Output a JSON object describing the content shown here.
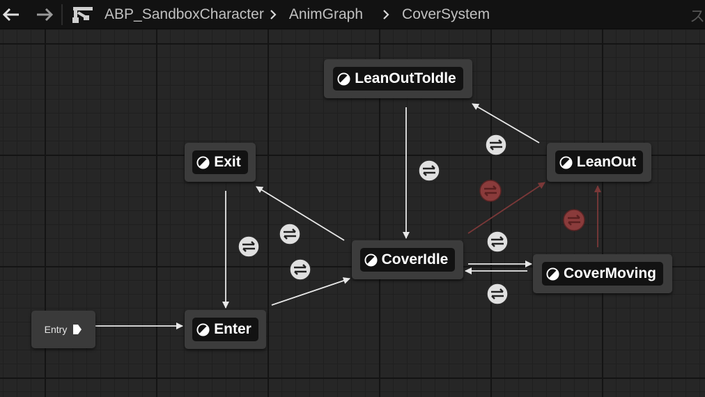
{
  "breadcrumb": {
    "asset": "ABP_SandboxCharacter",
    "graph": "AnimGraph",
    "state_machine": "CoverSystem",
    "overflow_glyph": "ス"
  },
  "entry": {
    "label": "Entry"
  },
  "states": {
    "lean_out_to_idle": "LeanOutToIdle",
    "exit": "Exit",
    "lean_out": "LeanOut",
    "cover_idle": "CoverIdle",
    "cover_moving": "CoverMoving",
    "enter": "Enter"
  },
  "icons": {
    "back": "arrow-left-icon",
    "forward": "arrow-right-icon",
    "graph": "state-machine-icon",
    "state": "state-icon",
    "rule": "transition-rule-icon"
  },
  "colors": {
    "background": "#262626",
    "node": "#3c3c3c",
    "node_inner": "#121212",
    "wire_active": "#e8e8e8",
    "wire_inactive": "#7a3838",
    "rule_inactive": "#8a3b3b"
  }
}
